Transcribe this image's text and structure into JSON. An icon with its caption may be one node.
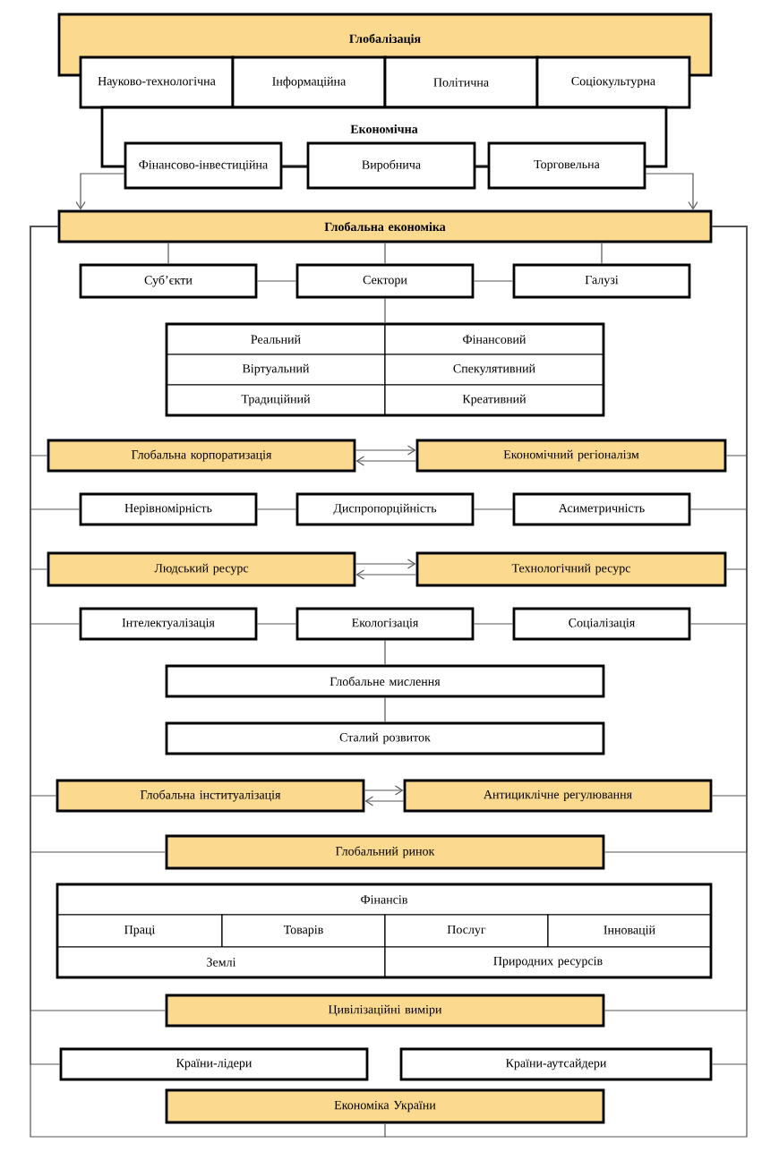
{
  "diagram": {
    "nodes": [
      {
        "text": [
          "Глобалізація"
        ]
      },
      {
        "text": [
          "Науково-технологічна"
        ]
      },
      {
        "text": [
          "Інформаційна"
        ]
      },
      {
        "text": [
          "Політична"
        ]
      },
      {
        "text": [
          "Соціокультурна"
        ]
      },
      {
        "text": [
          "Економічна"
        ]
      },
      {
        "text": [
          "Фінансово-інвестиційна"
        ]
      },
      {
        "text": [
          "Виробнича"
        ]
      },
      {
        "text": [
          "Торговельна"
        ]
      },
      {
        "text": [
          "Глобальна економіка"
        ]
      },
      {
        "text": [
          "Суб’єкти"
        ]
      },
      {
        "text": [
          "Сектори"
        ]
      },
      {
        "text": [
          "Галузі"
        ]
      },
      {
        "text": [],
        "shape": "box"
      },
      {
        "text": [
          "Реальний"
        ],
        "in": 13
      },
      {
        "text": [
          "Фінансовий"
        ],
        "in": 13
      },
      {
        "text": [
          "Віртуальний"
        ],
        "in": 13
      },
      {
        "text": [
          "Спекулятивний"
        ],
        "in": 13
      },
      {
        "text": [
          "Традиційний"
        ],
        "in": 13
      },
      {
        "text": [
          "Креативний"
        ],
        "in": 13
      },
      {
        "text": [
          "Глобальна корпоратизація"
        ]
      },
      {
        "text": [
          "Економічний регіоналізм"
        ]
      },
      {
        "text": [
          "Нерівномірність"
        ]
      },
      {
        "text": [
          "Диспропорційність"
        ]
      },
      {
        "text": [
          "Асиметричність"
        ]
      },
      {
        "text": [
          "Людський ресурс"
        ]
      },
      {
        "text": [
          "Технологічний ресурс"
        ]
      },
      {
        "text": [
          "Інтелектуалізація"
        ]
      },
      {
        "text": [
          "Екологізація"
        ]
      },
      {
        "text": [
          "Соціалізація"
        ]
      },
      {
        "text": [
          "Глобальне мислення"
        ]
      },
      {
        "text": [
          "Сталий розвиток"
        ]
      },
      {
        "text": [
          "Глобальна інституалізація"
        ]
      },
      {
        "text": [
          "Антициклічне регулювання"
        ]
      },
      {
        "text": [
          "Глобальний ринок"
        ]
      },
      {
        "text": [],
        "shape": "box"
      },
      {
        "text": [
          "Фінансів"
        ],
        "in": 35
      },
      {
        "text": [
          "Праці"
        ],
        "in": 35
      },
      {
        "text": [
          "Товарів"
        ],
        "in": 35
      },
      {
        "text": [
          "Послуг"
        ],
        "in": 35
      },
      {
        "text": [
          "Інновацій"
        ],
        "in": 35
      },
      {
        "text": [
          "Землі"
        ],
        "in": 35
      },
      {
        "text": [
          "Природних ресурсів"
        ],
        "in": 35
      },
      {
        "text": [
          "Цивілізаційні виміри"
        ]
      },
      {
        "text": [
          "Країни-лідери"
        ]
      },
      {
        "text": [
          "Країни-аутсайдери"
        ]
      },
      {
        "text": [
          "Економіка України"
        ]
      }
    ],
    "edges": [
      {
        "from": 6,
        "to": 9,
        "arrow": "to"
      },
      {
        "from": 8,
        "to": 9,
        "arrow": "to"
      },
      {
        "from": 6,
        "to": 7,
        "arrow": "none"
      },
      {
        "from": 7,
        "to": 8,
        "arrow": "none"
      },
      {
        "from": 9,
        "to": 10,
        "arrow": "none"
      },
      {
        "from": 9,
        "to": 11,
        "arrow": "none"
      },
      {
        "from": 9,
        "to": 12,
        "arrow": "none"
      },
      {
        "from": 10,
        "to": 11,
        "arrow": "none"
      },
      {
        "from": 11,
        "to": 12,
        "arrow": "none"
      },
      {
        "from": 11,
        "to": 13,
        "arrow": "none"
      },
      {
        "from": 20,
        "to": 21,
        "arrow": "to"
      },
      {
        "from": 21,
        "to": 20,
        "arrow": "to"
      },
      {
        "from": 22,
        "to": 23,
        "arrow": "none"
      },
      {
        "from": 23,
        "to": 24,
        "arrow": "none"
      },
      {
        "from": 25,
        "to": 26,
        "arrow": "to"
      },
      {
        "from": 26,
        "to": 25,
        "arrow": "to"
      },
      {
        "from": 27,
        "to": 28,
        "arrow": "none"
      },
      {
        "from": 28,
        "to": 29,
        "arrow": "none"
      },
      {
        "from": 28,
        "to": 30,
        "arrow": "none"
      },
      {
        "from": 30,
        "to": 31,
        "arrow": "none"
      },
      {
        "from": 32,
        "to": 33,
        "arrow": "to"
      },
      {
        "from": 33,
        "to": 32,
        "arrow": "to"
      },
      {
        "from": 9,
        "to": 20,
        "arrow": "none"
      },
      {
        "from": 9,
        "to": 21,
        "arrow": "none"
      },
      {
        "from": 9,
        "to": 22,
        "arrow": "none"
      },
      {
        "from": 9,
        "to": 24,
        "arrow": "none"
      },
      {
        "from": 9,
        "to": 25,
        "arrow": "none"
      },
      {
        "from": 9,
        "to": 26,
        "arrow": "none"
      },
      {
        "from": 9,
        "to": 27,
        "arrow": "none"
      },
      {
        "from": 9,
        "to": 29,
        "arrow": "none"
      },
      {
        "from": 9,
        "to": 32,
        "arrow": "none"
      },
      {
        "from": 9,
        "to": 33,
        "arrow": "none"
      },
      {
        "from": 9,
        "to": 34,
        "arrow": "none"
      },
      {
        "from": 9,
        "to": 34,
        "arrow": "none"
      },
      {
        "from": 9,
        "to": 43,
        "arrow": "none"
      },
      {
        "from": 9,
        "to": 43,
        "arrow": "none"
      },
      {
        "from": 9,
        "to": 44,
        "arrow": "none"
      },
      {
        "from": 9,
        "to": 45,
        "arrow": "none"
      },
      {
        "from": 9,
        "to": 46,
        "arrow": "none"
      }
    ]
  }
}
